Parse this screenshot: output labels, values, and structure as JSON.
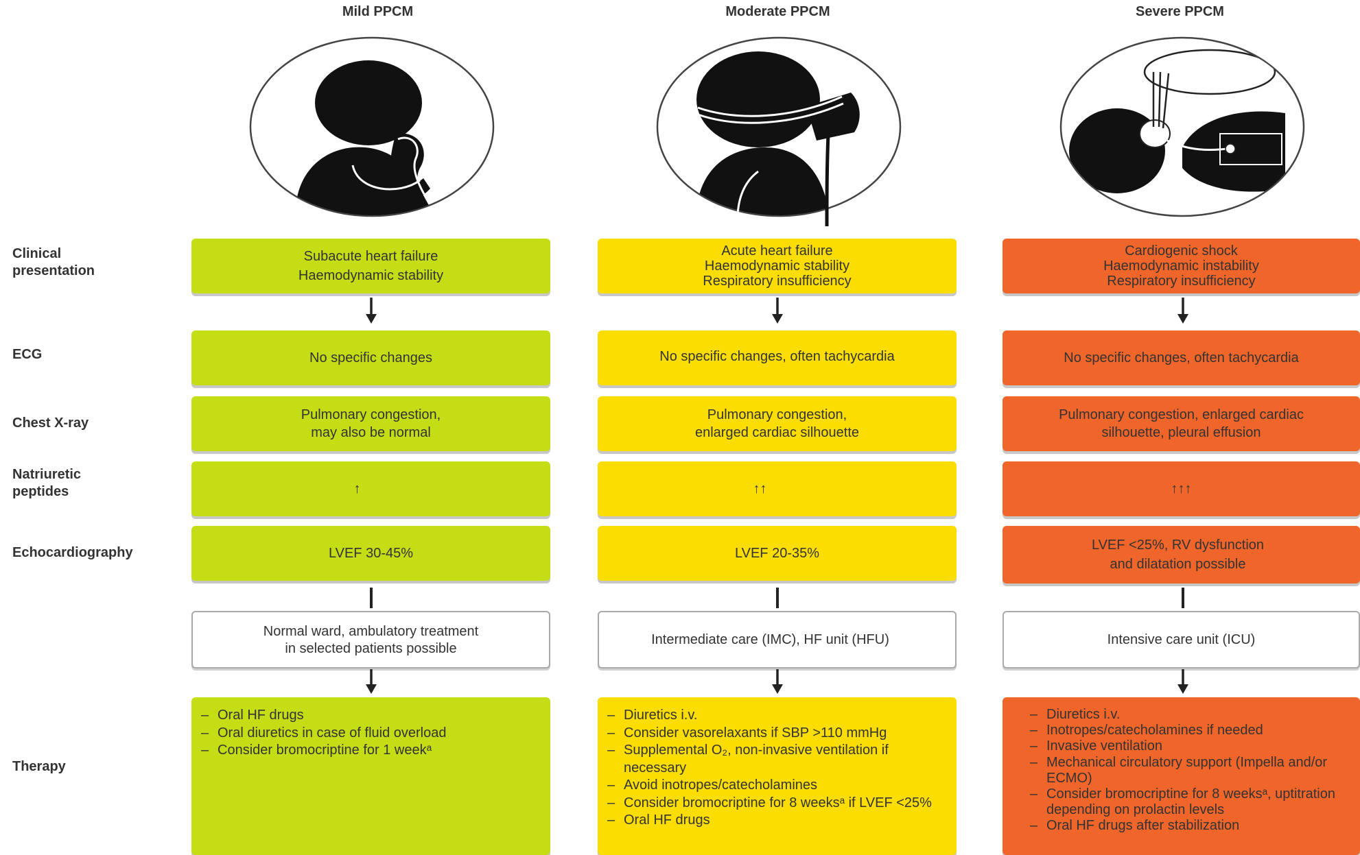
{
  "columns": [
    {
      "title": "Mild PPCM",
      "color": "#c4dd14",
      "illustration": "patient-hand-on-face-icon",
      "clinical": [
        "Subacute heart failure",
        "Haemodynamic stability"
      ],
      "ecg": [
        "No specific changes"
      ],
      "xray": [
        "Pulmonary congestion,",
        "may also be normal"
      ],
      "peptides": "↑",
      "echo": [
        "LVEF 30-45%"
      ],
      "care": [
        "Normal ward, ambulatory treatment",
        "in selected patients possible"
      ],
      "therapy": [
        "Oral HF drugs",
        "Oral diuretics in case of fluid overload",
        "Consider bromocriptine for 1 weekᵃ"
      ]
    },
    {
      "title": "Moderate PPCM",
      "color": "#fbdd02",
      "illustration": "patient-oxygen-mask-icon",
      "clinical": [
        "Acute heart failure",
        "Haemodynamic stability",
        "Respiratory insufficiency"
      ],
      "ecg": [
        "No specific changes, often tachycardia"
      ],
      "xray": [
        "Pulmonary congestion,",
        "enlarged cardiac silhouette"
      ],
      "peptides": "↑↑",
      "echo": [
        "LVEF 20-35%"
      ],
      "care": [
        "Intermediate care (IMC), HF unit (HFU)"
      ],
      "therapy": [
        "Diuretics i.v.",
        "Consider vasorelaxants if SBP >110 mmHg",
        "Supplemental O₂, non-invasive ventilation if necessary",
        "Avoid inotropes/catecholamines",
        "Consider bromocriptine for 8 weeksᵃ if LVEF <25%",
        "Oral HF drugs"
      ]
    },
    {
      "title": "Severe PPCM",
      "color": "#f0652a",
      "illustration": "patient-ventilator-icon",
      "clinical": [
        "Cardiogenic shock",
        "Haemodynamic instability",
        "Respiratory insufficiency"
      ],
      "ecg": [
        "No specific changes, often tachycardia"
      ],
      "xray": [
        "Pulmonary congestion, enlarged cardiac",
        "silhouette, pleural effusion"
      ],
      "peptides": "↑↑↑",
      "echo": [
        "LVEF <25%, RV dysfunction",
        "and dilatation possible"
      ],
      "care": [
        "Intensive care unit (ICU)"
      ],
      "therapy": [
        "Diuretics i.v.",
        "Inotropes/catecholamines if needed",
        "Invasive ventilation",
        "Mechanical circulatory support (Impella and/or ECMO)",
        "Consider bromocriptine for 8 weeksᵃ, uptitration depending on prolactin levels",
        "Oral HF drugs after stabilization"
      ]
    }
  ],
  "row_labels": {
    "clinical": "Clinical presentation",
    "ecg": "ECG",
    "xray": "Chest X-ray",
    "peptides": "Natriuretic peptides",
    "echo": "Echocardiography",
    "therapy": "Therapy"
  }
}
